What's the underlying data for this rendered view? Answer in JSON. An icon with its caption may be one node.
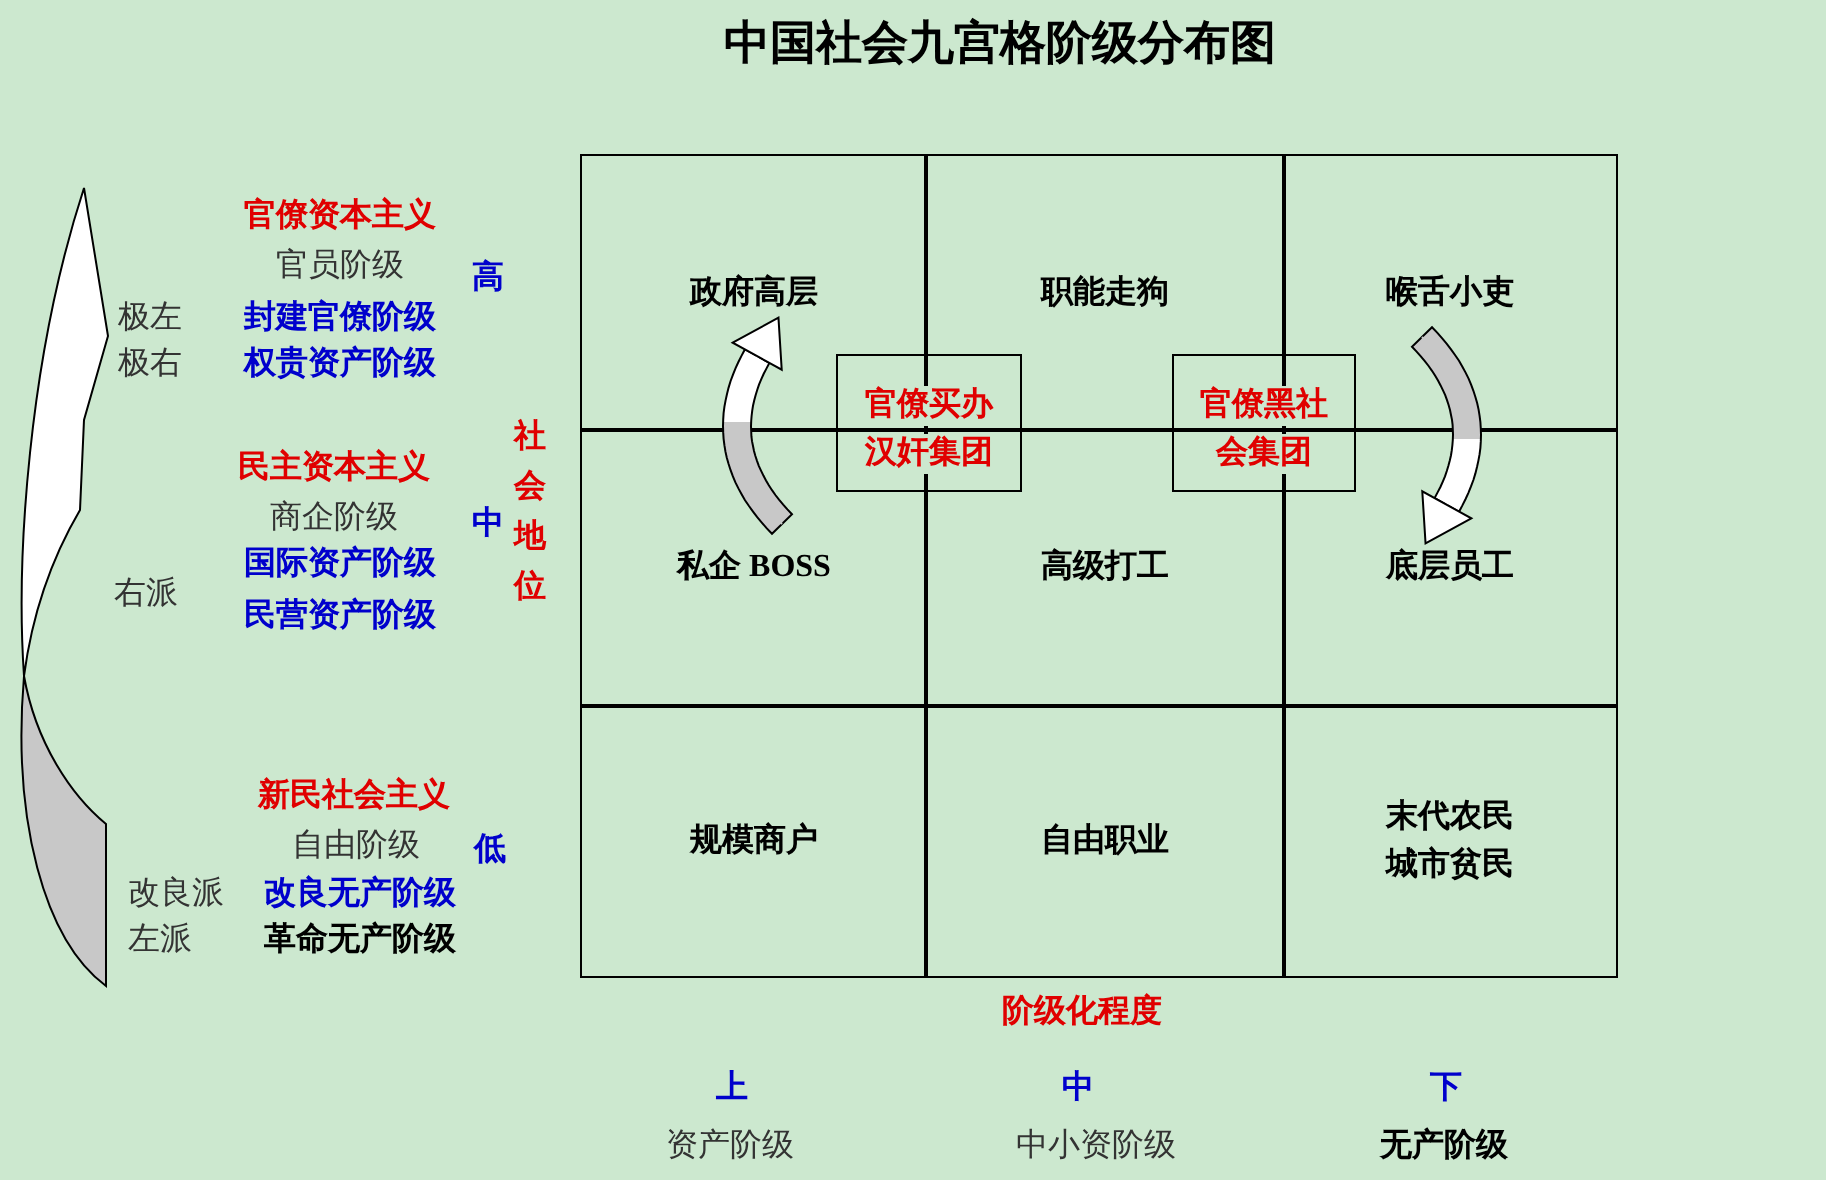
{
  "diagram": {
    "title": "中国社会九宫格阶级分布图",
    "nodes": [
      {
        "text": [
          "政府高层"
        ]
      },
      {
        "text": [
          "职能走狗"
        ]
      },
      {
        "text": [
          "喉舌小吏"
        ]
      },
      {
        "text": [
          "官僚买办汉奸集团"
        ]
      },
      {
        "text": [
          "官僚黑社会集团"
        ]
      },
      {
        "text": [
          "私企 BOSS"
        ]
      },
      {
        "text": [
          "高级打工"
        ]
      },
      {
        "text": [
          "底层员工"
        ]
      },
      {
        "text": [
          "规模商户"
        ]
      },
      {
        "text": [
          "自由职业"
        ]
      },
      {
        "text": [
          "末代农民",
          "城市贫民"
        ]
      }
    ],
    "edges": [
      {
        "from": 5,
        "to": 0,
        "arrow": "to"
      },
      {
        "from": 2,
        "to": 7,
        "arrow": "to"
      }
    ],
    "labels": [
      "官僚资本主义",
      "官员阶级",
      "高",
      "极左",
      "封建官僚阶级",
      "极右",
      "权贵资产阶级",
      "民主资本主义",
      "社会地位",
      "商企阶级",
      "中",
      "国际资产阶级",
      "右派",
      "民营资产阶级",
      "新民社会主义",
      "自由阶级",
      "低",
      "改良派",
      "改良无产阶级",
      "左派",
      "革命无产阶级",
      "阶级化程度",
      "上",
      "中",
      "下",
      "资产阶级",
      "中小资阶级",
      "无产阶级"
    ]
  }
}
